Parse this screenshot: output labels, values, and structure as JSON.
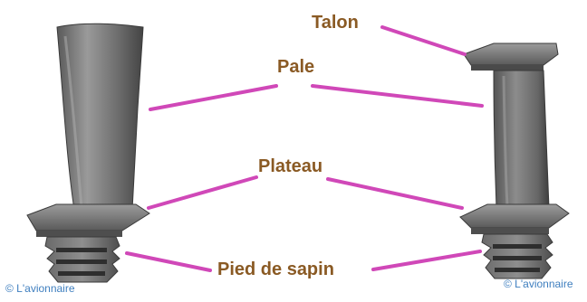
{
  "labels": {
    "talon": "Talon",
    "pale": "Pale",
    "plateau": "Plateau",
    "pied": "Pied de sapin"
  },
  "copyright": {
    "left": "© L'avionnaire",
    "right": "© L'avionnaire"
  },
  "colors": {
    "leader_line": "#d048b8",
    "label_text": "#8a5a24",
    "copyright_text": "#3f7fbf",
    "blade_dark": "#4a4a4a",
    "blade_mid": "#7a7a7a",
    "blade_light": "#a8a8a8"
  }
}
